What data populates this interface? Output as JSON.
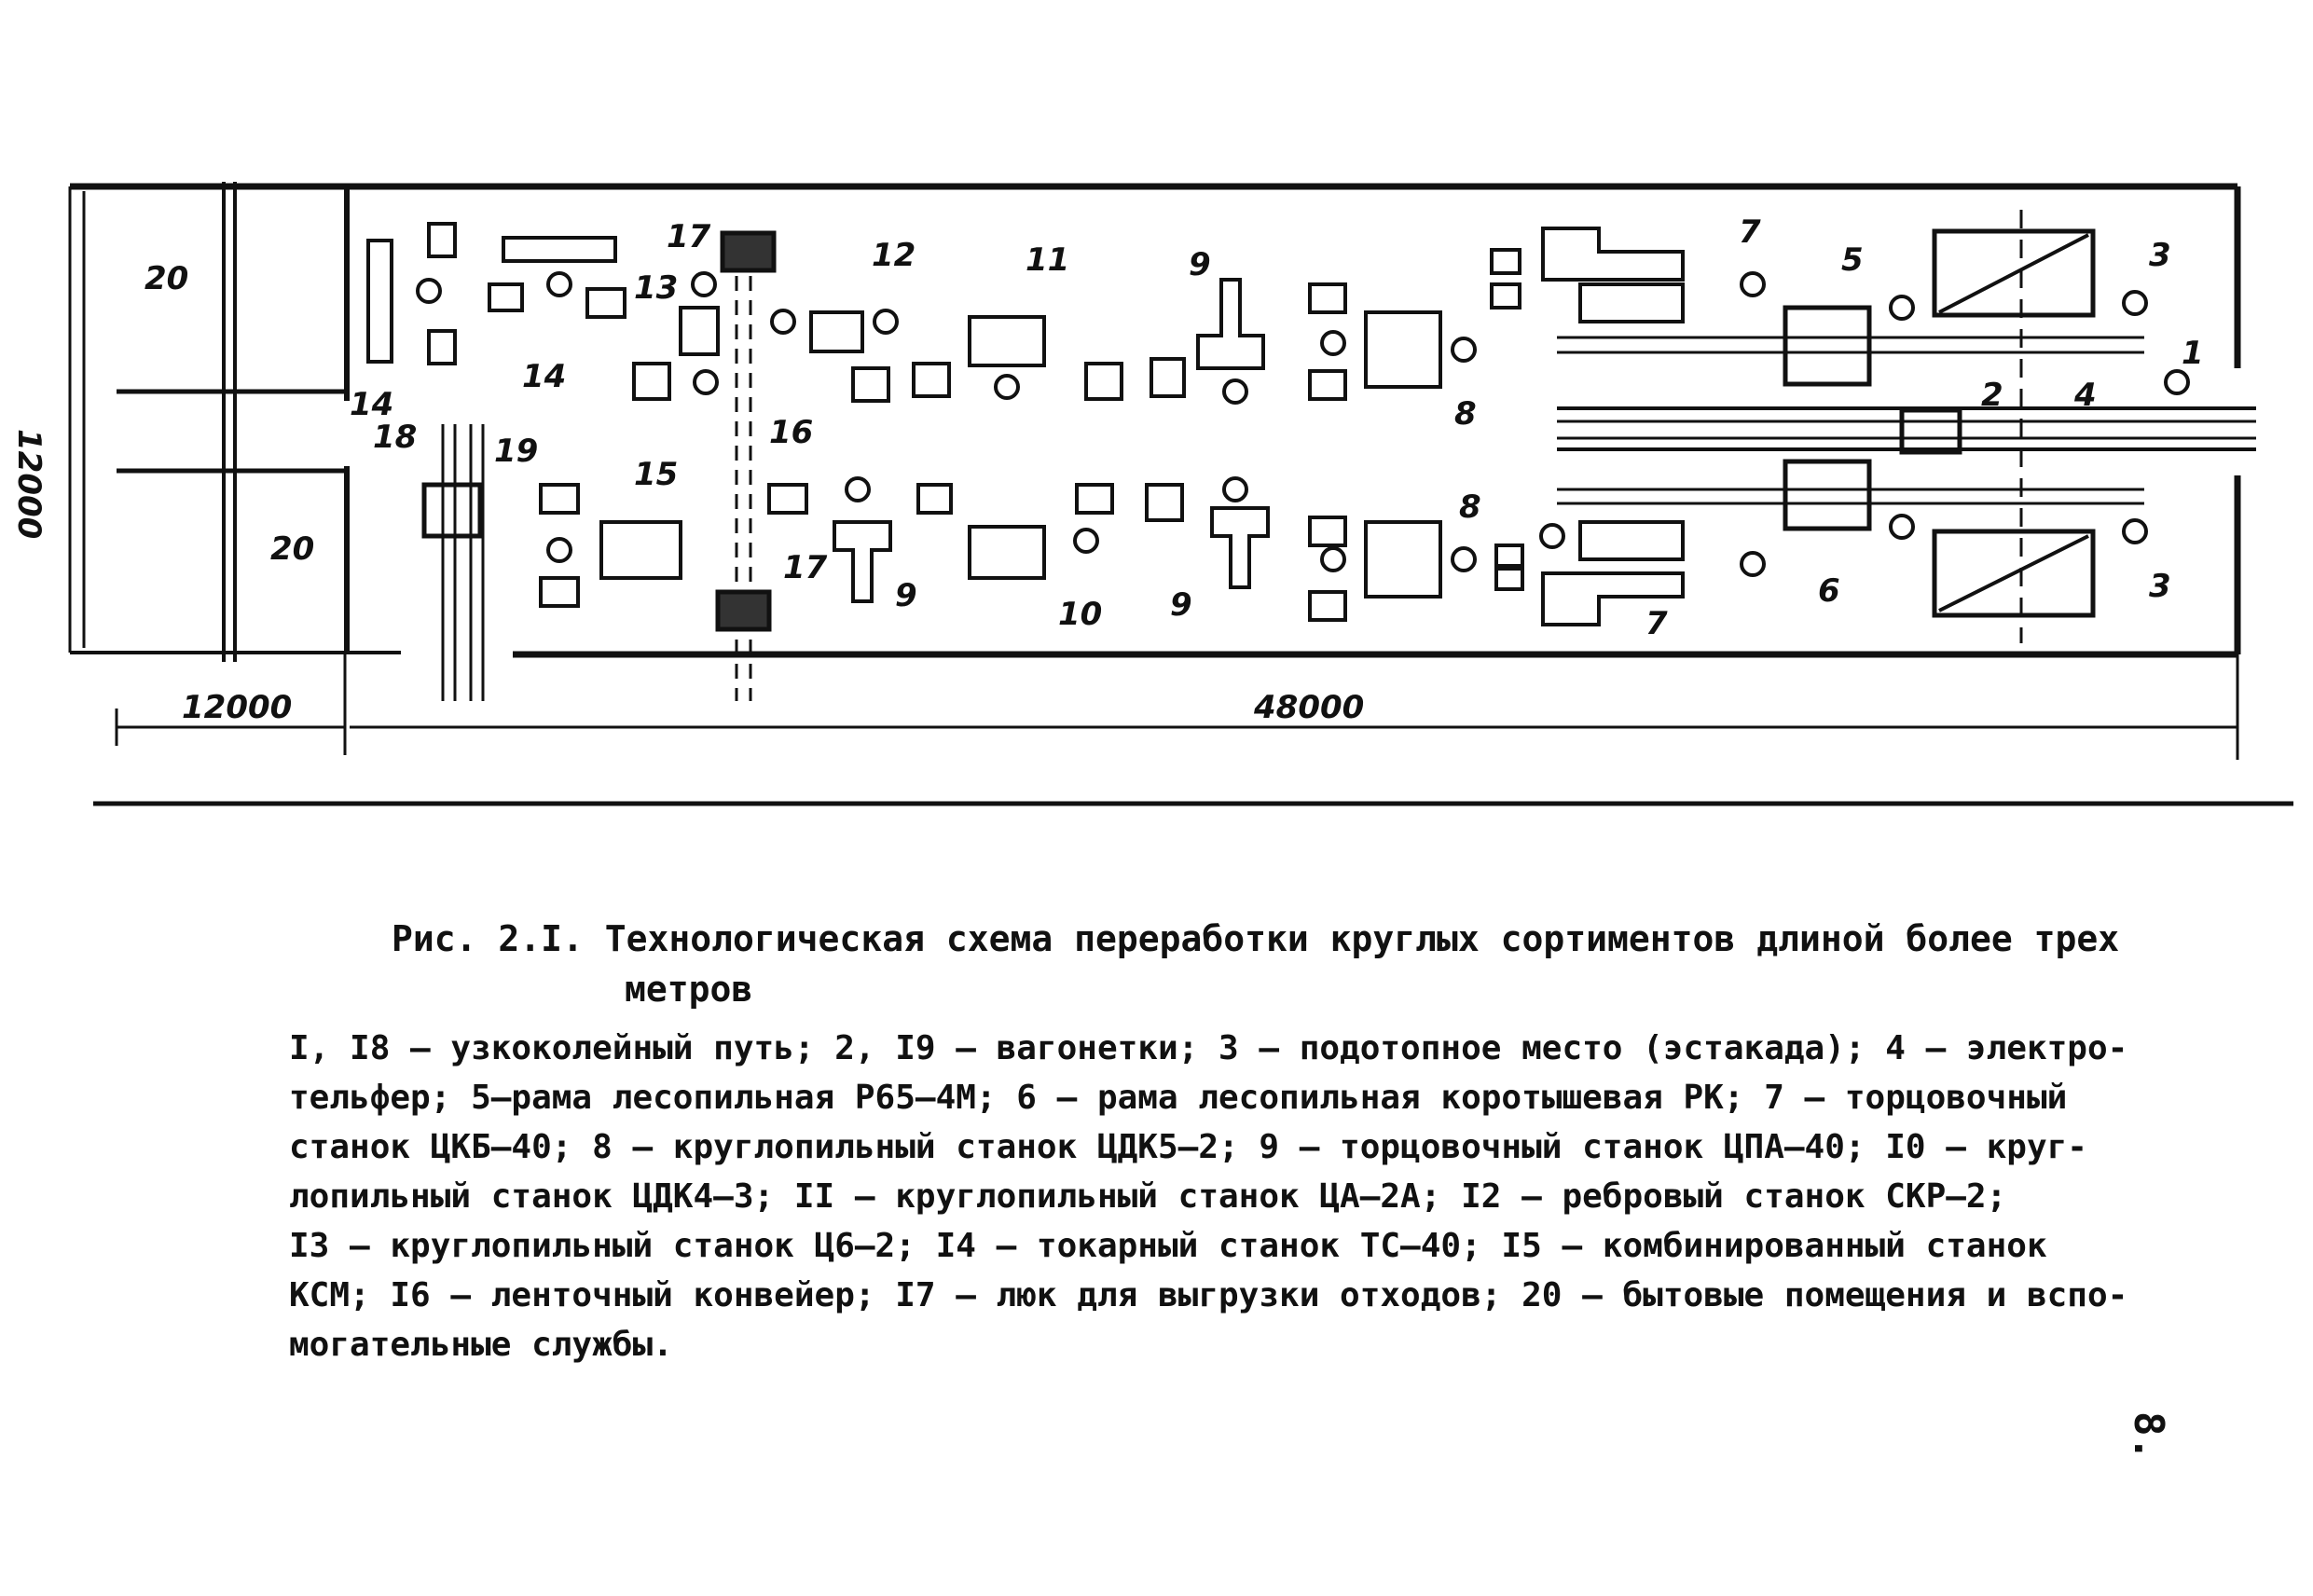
{
  "plan": {
    "dimensions": {
      "height": "12000",
      "left_width": "12000",
      "main_width": "48000",
      "room_upper": "20",
      "room_lower": "20"
    },
    "labels": {
      "n1": "1",
      "n2": "2",
      "n3_top": "3",
      "n3_bottom": "3",
      "n4": "4",
      "n5": "5",
      "n6": "6",
      "n7_top": "7",
      "n7_bottom": "7",
      "n8_top": "8",
      "n8_bottom": "8",
      "n9_top": "9",
      "n9_mid": "9",
      "n9_bottom": "9",
      "n10": "10",
      "n11": "11",
      "n12": "12",
      "n13": "13",
      "n14_left": "14",
      "n14_mid": "14",
      "n15": "15",
      "n16": "16",
      "n17_top": "17",
      "n17_bottom": "17",
      "n18": "18",
      "n19": "19"
    }
  },
  "caption": {
    "title_line1": "Рис. 2.I. Технологическая схема переработки круглых сортиментов длиной более трех",
    "title_line2": "метров",
    "legend": "I, I8 – узкоколейный путь; 2, I9 – вагонетки; 3 – подотопное место (эстакада); 4 – электро-\nтельфер; 5–рама лесопильная Р65–4М; 6 – рама лесопильная коротышевая РК; 7 – торцовочный\nстанок ЦКБ–40; 8 – круглопильный станок ЦДК5–2; 9 – торцовочный станок ЦПА–40; I0 – круг-\nлопильный станок ЦДК4–3; II – круглопильный станок ЦА–2А; I2 – ребровый станок СКР–2;\nI3 – круглопильный станок Ц6–2; I4 – токарный станок ТС–40; I5 – комбинированный станок\nКСМ; I6 – ленточный конвейер; I7 – люк для выгрузки отходов; 20 – бытовые помещения и вспо-\nмогательные службы."
  },
  "page_number": "8."
}
